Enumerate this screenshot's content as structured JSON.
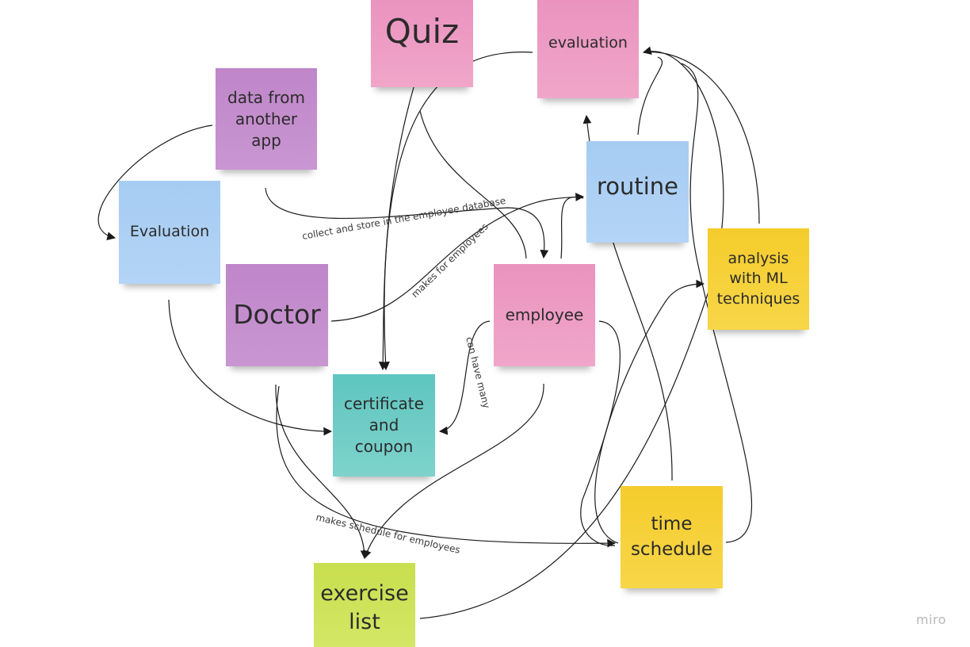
{
  "notes": {
    "quiz": "Quiz",
    "evaluation_top": "evaluation",
    "data_from_app": "data from another app",
    "evaluation_left": "Evaluation",
    "doctor": "Doctor",
    "employee": "employee",
    "routine": "routine",
    "analysis": "analysis with ML techniques",
    "certificate": "certificate and coupon",
    "time_schedule": "time schedule",
    "exercise_list": "exercise list"
  },
  "edges": {
    "collect_store": "collect and store in the employee database",
    "makes_for": "makes for employees",
    "can_have_many": "can have many",
    "makes_schedule": "makes schedule for employees"
  },
  "watermark": "miro",
  "colors": {
    "pink": "#ec9ac3",
    "purple": "#c48ece",
    "blue": "#abd0f4",
    "teal": "#6ccbc5",
    "yellow": "#f6d13a",
    "lime": "#cde35a",
    "connector": "#1a1a1a"
  }
}
